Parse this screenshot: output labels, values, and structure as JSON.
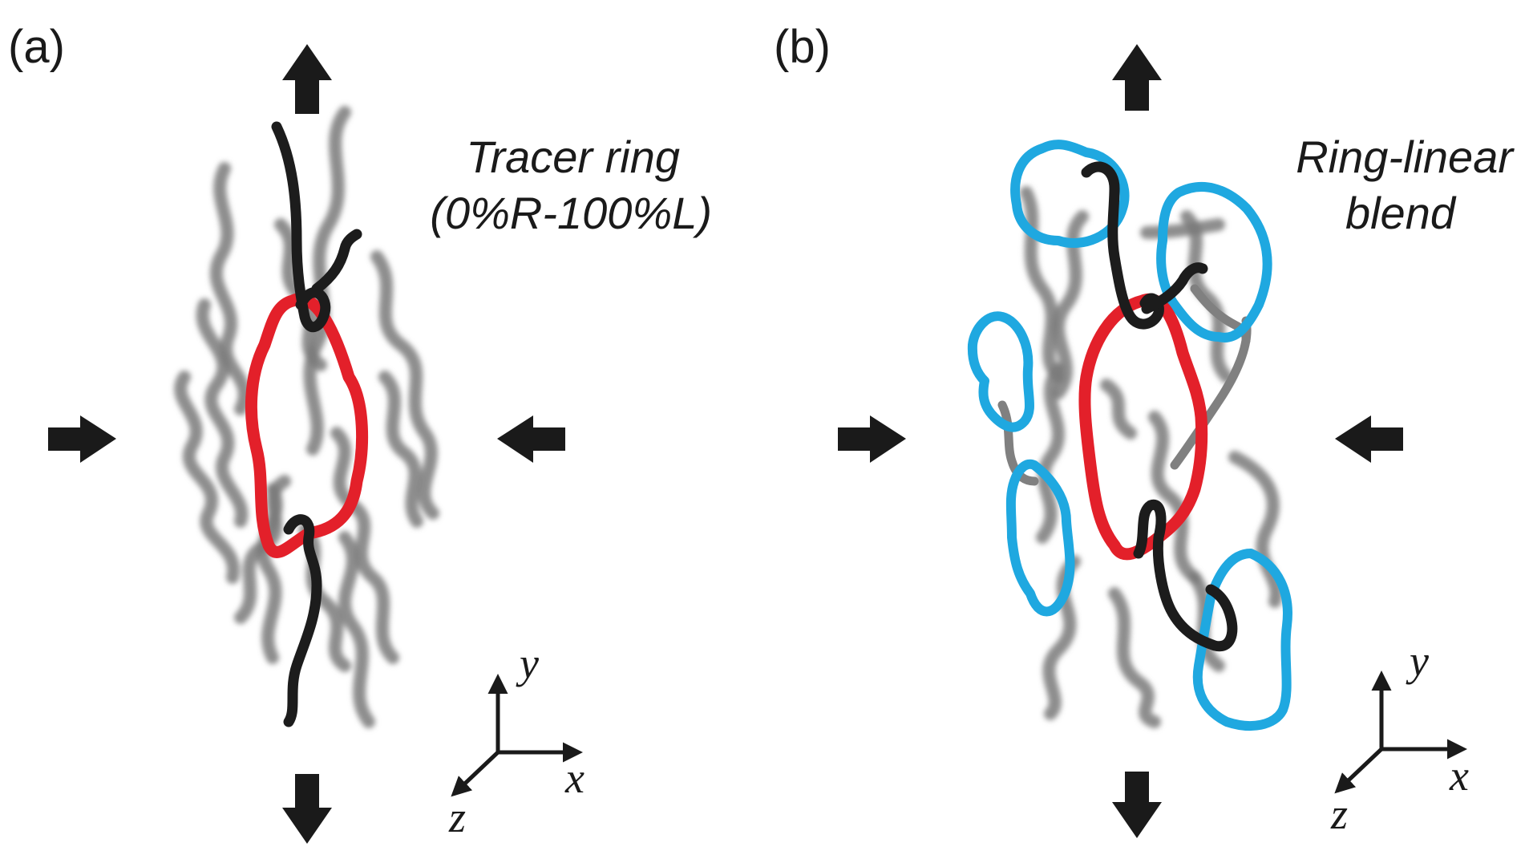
{
  "panels": [
    {
      "label": "(a)",
      "caption_line1": "Tracer ring",
      "caption_line2": "(0%R-100%L)",
      "axes": {
        "y": "y",
        "x": "x",
        "z": "z"
      }
    },
    {
      "label": "(b)",
      "caption_line1": "Ring-linear",
      "caption_line2": "blend",
      "axes": {
        "y": "y",
        "x": "x",
        "z": "z"
      }
    }
  ],
  "colors": {
    "tracer_ring": "#e3202a",
    "blend_rings": "#1fa8e0",
    "threading_linear_chains": "#1c1c1c",
    "background_chains": "#7a7a7a",
    "flow_arrows": "#1a1a1a"
  },
  "icons": {
    "flow_arrows": [
      "arrow-up-icon",
      "arrow-down-icon",
      "arrow-right-icon",
      "arrow-left-icon"
    ]
  }
}
